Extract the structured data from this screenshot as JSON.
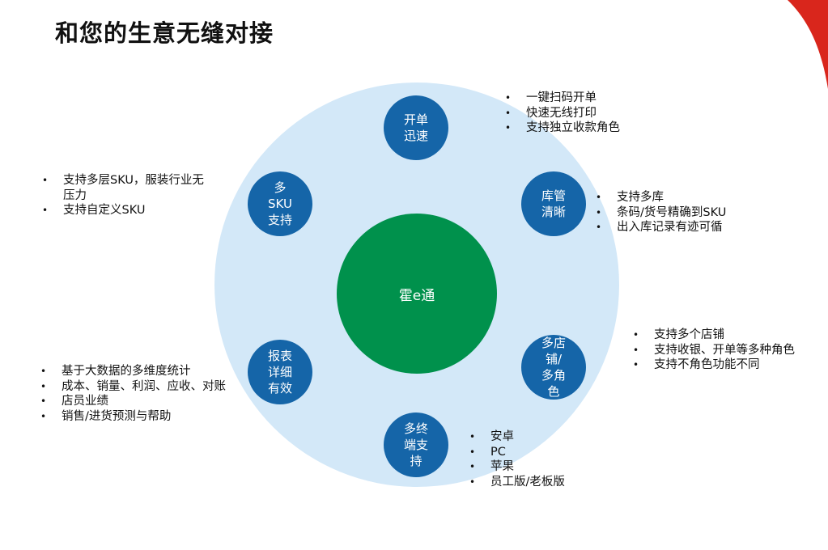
{
  "title": "和您的生意无缝对接",
  "center": {
    "label": "霍e通"
  },
  "accent_colors": {
    "ring": "#d3e8f8",
    "center": "#00914c",
    "node": "#1565a8",
    "corner": "#d9261c"
  },
  "nodes": {
    "top": {
      "label": "开单\n迅速",
      "bullets": [
        "一键扫码开单",
        "快速无线打印",
        "支持独立收款角色"
      ]
    },
    "top_left": {
      "label": "多\nSKU\n支持",
      "bullets": [
        "支持多层SKU，服装行业无压力",
        "支持自定义SKU"
      ]
    },
    "top_right": {
      "label": "库管\n清晰",
      "bullets": [
        "支持多库",
        "条码/货号精确到SKU",
        "出入库记录有迹可循"
      ]
    },
    "bottom_left": {
      "label": "报表\n详细\n有效",
      "bullets": [
        "基于大数据的多维度统计",
        "成本、销量、利润、应收、对账",
        "店员业绩",
        "销售/进货预测与帮助"
      ]
    },
    "bottom_right": {
      "label": "多店\n铺/\n多角\n色",
      "bullets": [
        "支持多个店铺",
        "支持收银、开单等多种角色",
        "支持不角色功能不同"
      ]
    },
    "bottom": {
      "label": "多终\n端支\n持",
      "bullets": [
        "安卓",
        "PC",
        "苹果",
        "员工版/老板版"
      ]
    }
  }
}
